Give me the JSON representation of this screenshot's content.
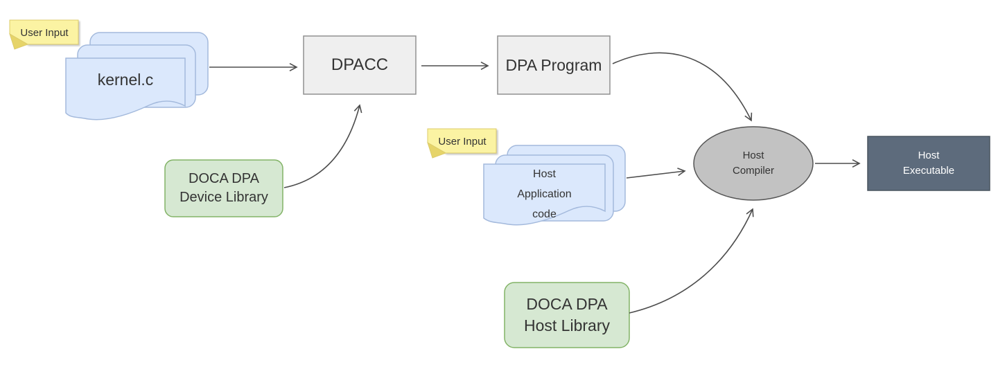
{
  "colors": {
    "note-fill": "#FBF3A3",
    "note-fold": "#E6D469",
    "note-stroke": "#DCCB6A",
    "doc-fill": "#DBE8FC",
    "doc-stroke": "#A3B9DC",
    "box-fill": "#EFEFEF",
    "box-stroke": "#909090",
    "ellipse-fill": "#C2C2C2",
    "ellipse-stroke": "#555555",
    "dark-fill": "#5D6B7C",
    "dark-stroke": "#49545F",
    "green-fill": "#D6E8D2",
    "green-stroke": "#82B366",
    "arrow-color": "#4D4D4D",
    "text-color": "#333333",
    "text-light": "#FFFFFF"
  },
  "notes": {
    "user_input_1": "User Input",
    "user_input_2": "User Input"
  },
  "nodes": {
    "kernel_source": "kernel.c",
    "dpacc": "DPACC",
    "dpa_program": "DPA Program",
    "device_library": "DOCA DPA\nDevice Library",
    "host_app_code": "Host\nApplication\ncode",
    "host_compiler": "Host\nCompiler",
    "host_executable": "Host\nExecutable",
    "host_library": "DOCA DPA\nHost Library"
  }
}
